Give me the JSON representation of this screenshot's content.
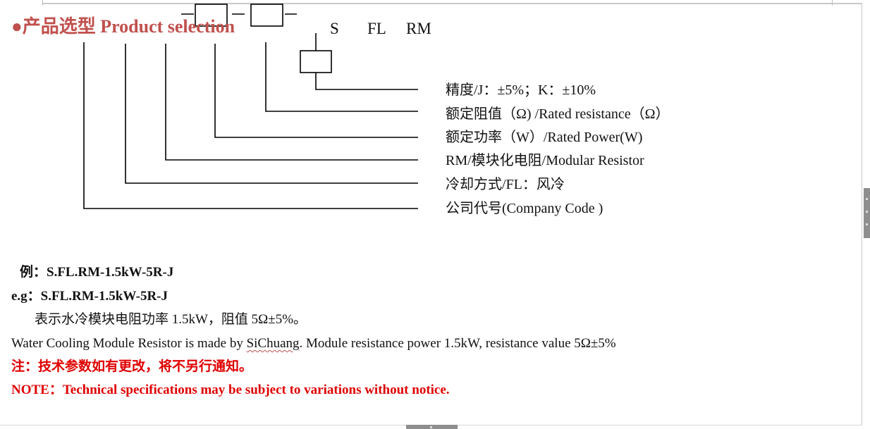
{
  "header": {
    "title": "●产品选型 Product selection",
    "code_parts": [
      "S",
      "FL",
      "RM"
    ]
  },
  "selection_labels": [
    "精度/J：±5%；K：±10%",
    "额定阻值（Ω) /Rated resistance（Ω）",
    "额定功率（W）/Rated Power(W)",
    "RM/模块化电阻/Modular Resistor",
    "冷却方式/FL：风冷",
    "公司代号(Company Code )"
  ],
  "example": {
    "cn": "例：S.FL.RM-1.5kW-5R-J",
    "en": "e.g：S.FL.RM-1.5kW-5R-J",
    "description_cn": "表示水冷模块电阻功率 1.5kW，阻值 5Ω±5%。",
    "description_en_pre": "Water Cooling Module Resistor is made by ",
    "description_en_brand": "SiChuang",
    "description_en_post": ". Module resistance power 1.5kW, resistance value 5Ω±5%"
  },
  "note": {
    "cn": "注：技术参数如有更改，将不另行通知。",
    "en": "NOTE：Technical specifications may be subject to variations without notice."
  },
  "colors": {
    "title": "#c0504d",
    "note": "#e00000",
    "text": "#111111"
  }
}
